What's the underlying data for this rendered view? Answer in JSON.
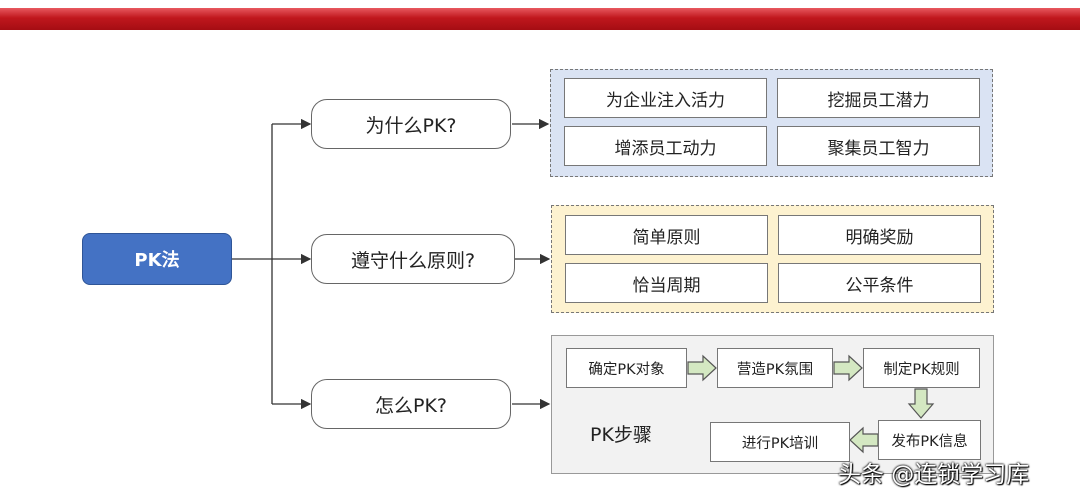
{
  "root": {
    "label": "PK法"
  },
  "questions": [
    {
      "label": "为什么PK?"
    },
    {
      "label": "遵守什么原则?"
    },
    {
      "label": "怎么PK?"
    }
  ],
  "why": {
    "items": [
      "为企业注入活力",
      "挖掘员工潜力",
      "增添员工动力",
      "聚集员工智力"
    ]
  },
  "principles": {
    "items": [
      "简单原则",
      "明确奖励",
      "恰当周期",
      "公平条件"
    ]
  },
  "how": {
    "label": "PK步骤",
    "steps": [
      "确定PK对象",
      "营造PK氛围",
      "制定PK规则",
      "发布PK信息",
      "进行PK培训"
    ]
  },
  "colors": {
    "accent_red": "#c0171d",
    "root_blue": "#4472c4",
    "panel_blue": "#dae3f3",
    "panel_yellow": "#fdf2d0",
    "arrow_green": "#d4e8c2"
  },
  "watermark": "头条 @连锁学习库"
}
